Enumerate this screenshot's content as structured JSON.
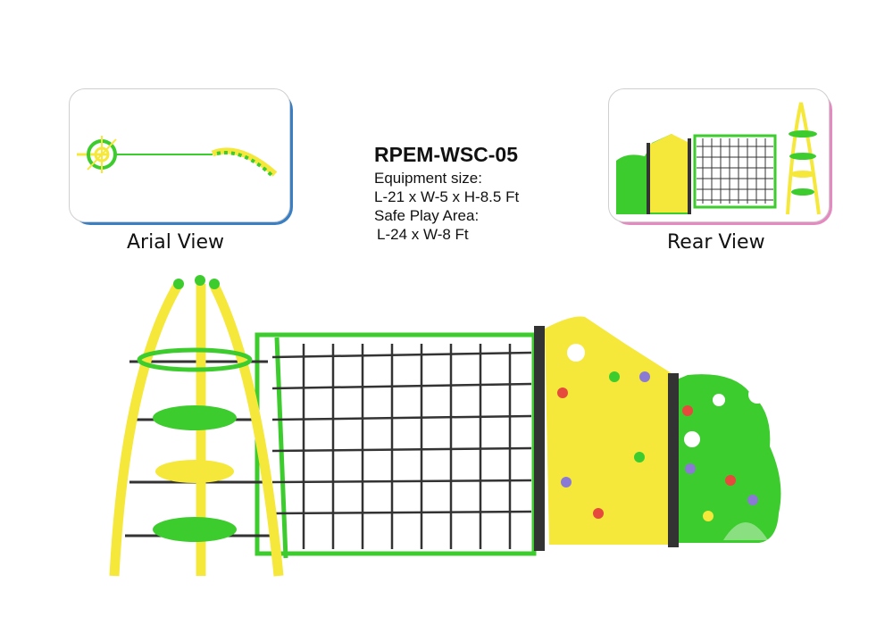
{
  "model_code": "RPEM-WSC-05",
  "equipment_size_label": "Equipment size:",
  "equipment_size_value": "L-21 x W-5 x H-8.5 Ft",
  "safe_area_label": "Safe Play Area:",
  "safe_area_value": "L-24 x W-8 Ft",
  "views": {
    "aerial": "Arial View",
    "rear": "Rear View"
  },
  "colors": {
    "yellow": "#f5e83a",
    "green": "#3ccc2e",
    "dark": "#333333",
    "aerial_shadow": "#3a7fc4",
    "rear_shadow": "#e58ac0"
  }
}
